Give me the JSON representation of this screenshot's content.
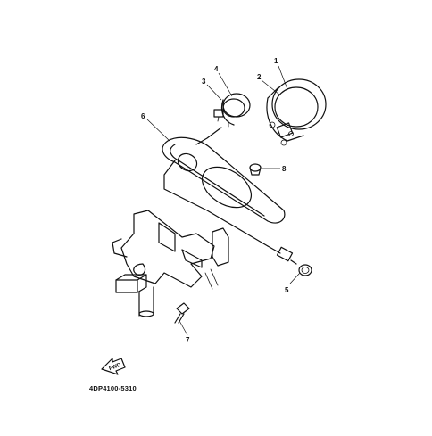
{
  "diagram": {
    "part_code": "4DP4100-5310",
    "fwd_label": "FWD",
    "callouts": [
      {
        "id": "c1",
        "label": "1"
      },
      {
        "id": "c2",
        "label": "2"
      },
      {
        "id": "c3",
        "label": "3"
      },
      {
        "id": "c4",
        "label": "4"
      },
      {
        "id": "c5",
        "label": "5"
      },
      {
        "id": "c6",
        "label": "6"
      },
      {
        "id": "c7",
        "label": "7"
      },
      {
        "id": "c8",
        "label": "8"
      }
    ]
  },
  "colors": {
    "ink": "#111111",
    "background": "#ffffff"
  }
}
